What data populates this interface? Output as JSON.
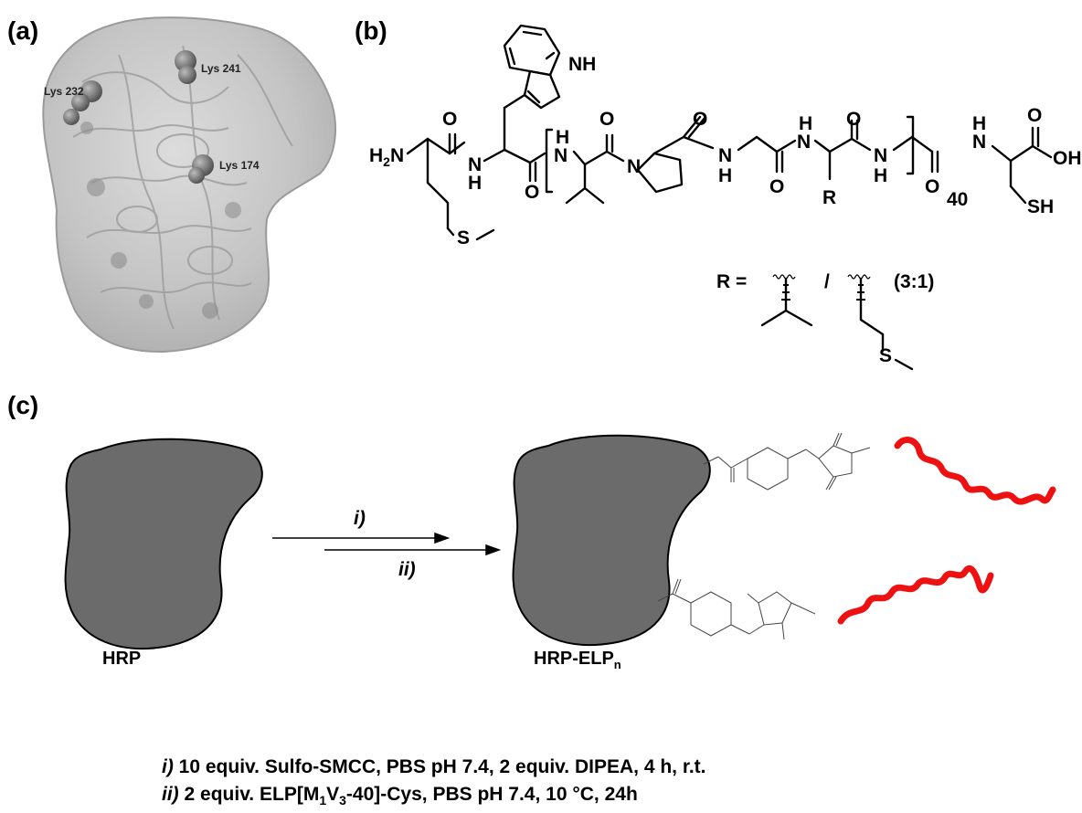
{
  "panels": {
    "a": "(a)",
    "b": "(b)",
    "c": "(c)"
  },
  "protein": {
    "lys_labels": [
      "Lys 232",
      "Lys 241",
      "Lys 174"
    ]
  },
  "structure": {
    "atoms": {
      "H2N_H": "H",
      "H2N_sub": "2",
      "H2N_N": "N",
      "O1": "O",
      "O2": "O",
      "O3": "O",
      "O4": "O",
      "O5": "O",
      "O6": "O",
      "O7": "O",
      "O8": "O",
      "NH_indole": "NH",
      "N1": "N",
      "H1": "H",
      "NH_bracket": "H",
      "N_bracket": "N",
      "N_pro": "N",
      "N3": "N",
      "H3": "H",
      "H4": "H",
      "N4": "N",
      "N5": "N",
      "H5": "H",
      "H6": "H",
      "N6": "N",
      "OH": "OH",
      "R": "R",
      "repeat": "40",
      "SH": "SH",
      "S_met": "S"
    },
    "r_def": {
      "prefix": "R =",
      "slash": "/",
      "ratio": "(3:1)",
      "S": "S"
    }
  },
  "scheme": {
    "start_label": "HRP",
    "product_label": "HRP-ELP",
    "product_sub": "n",
    "step_i": "i)",
    "step_ii": "ii)",
    "conditions": [
      {
        "num": "i",
        "text": "  10 equiv. Sulfo-SMCC, PBS pH 7.4, 2 equiv. DIPEA, 4 h, r.t."
      },
      {
        "num": "ii",
        "text_a": " 2 equiv. ELP[M",
        "sub1": "1",
        "text_b": "V",
        "sub2": "3",
        "text_c": "-40]-Cys, PBS pH 7.4, 10 °C, 24h"
      }
    ]
  },
  "colors": {
    "protein_fill": "#6b6b6b",
    "elp_chain": "#ee1111",
    "linker": "#444444"
  }
}
